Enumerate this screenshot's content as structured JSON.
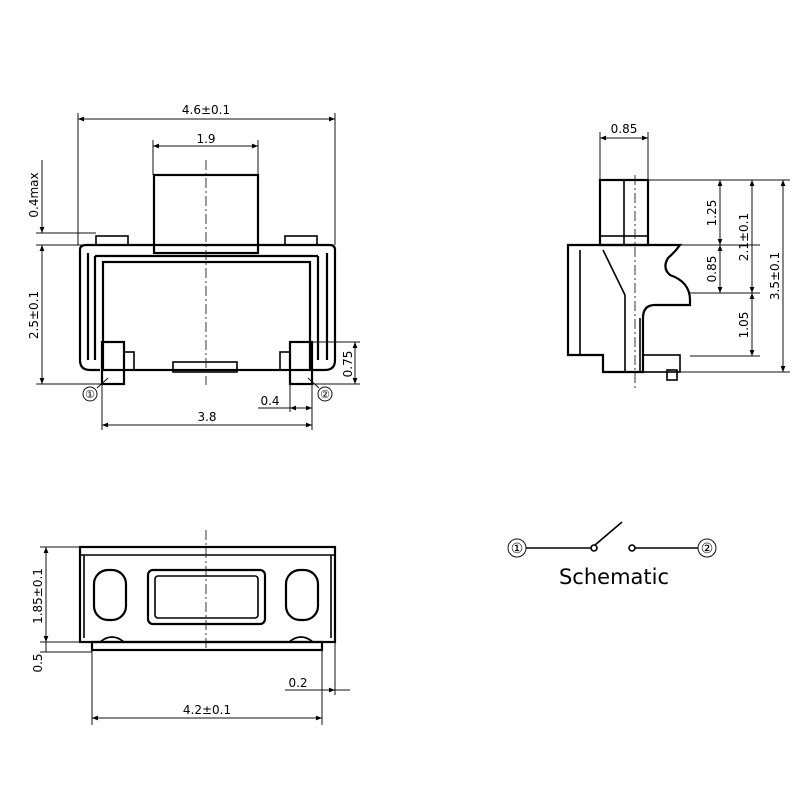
{
  "top_view": {
    "width_dim": "4.6±0.1",
    "actuator_dim": "1.9",
    "max_dim": "0.4max",
    "height_dim": "2.5±0.1",
    "pad_height_dim": "0.75",
    "pad_width_dim": "0.4",
    "pitch_dim": "3.8",
    "pin1": "①",
    "pin2": "②"
  },
  "side_view": {
    "actuator_width_dim": "0.85",
    "actuator_height_dim": "1.25",
    "upper_height_dim": "2.1±0.1",
    "total_height_dim": "3.5±0.1",
    "notch_dim": "0.85",
    "lower_dim": "1.05"
  },
  "front_view": {
    "height_dim": "1.85±0.1",
    "foot_dim": "0.5",
    "offset_dim": "0.2",
    "length_dim": "4.2±0.1"
  },
  "schematic": {
    "label": "Schematic",
    "pin1": "①",
    "pin2": "②"
  }
}
